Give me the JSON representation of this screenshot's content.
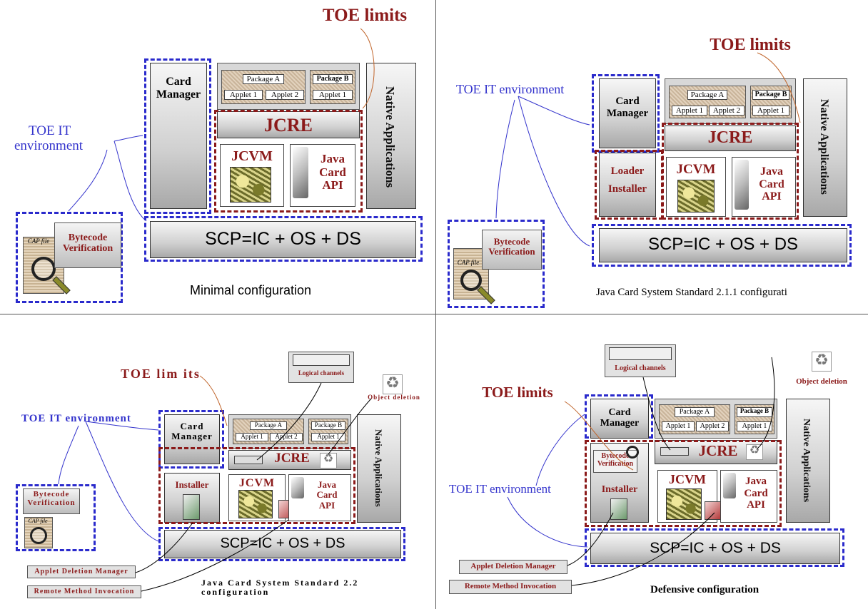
{
  "shared": {
    "toe_limits": "TOE limits",
    "card_manager_line1": "Card",
    "card_manager_line2": "Manager",
    "package_a": "Package A",
    "package_b": "Package B",
    "applet_1": "Applet 1",
    "applet_2": "Applet 2",
    "jcre": "JCRE",
    "jcvm": "JCVM",
    "java_card_api_1": "Java",
    "java_card_api_2": "Card",
    "java_card_api_3": "API",
    "native_applications": "Native Applications",
    "scp": "SCP=IC + OS + DS",
    "bytecode_verification_1": "Bytecode",
    "bytecode_verification_2": "Verification",
    "cap_file": "CAP file"
  },
  "q1": {
    "env_label_line1": "TOE IT",
    "env_label_line2": "environment",
    "caption": "Minimal configuration"
  },
  "q2": {
    "env_label": "TOE IT environment",
    "loader": "Loader",
    "installer": "Installer",
    "caption": "Java Card System Standard 2.1.1 configurati"
  },
  "q3": {
    "toe_limits": "TOE lim its",
    "env_label": "TOE IT environment",
    "installer": "Installer",
    "logical_channels": "Logical channels",
    "object_deletion": "Object deletion",
    "applet_deletion_manager": "Applet Deletion Manager",
    "remote_method_invocation": "Remote Method Invocation",
    "caption_line1": "Java Card System Standard 2.2",
    "caption_line2": "configuration"
  },
  "q4": {
    "env_label": "TOE IT environment",
    "installer": "Installer",
    "logical_channels": "Logical channels",
    "object_deletion": "Object deletion",
    "applet_deletion_manager": "Applet Deletion Manager",
    "remote_method_invocation": "Remote Method Invocation",
    "caption": "Defensive configuration"
  },
  "colors": {
    "toe_dark_red": "#8b1a1a",
    "env_blue": "#2a2acc",
    "arrow_orange": "#c0642a"
  }
}
